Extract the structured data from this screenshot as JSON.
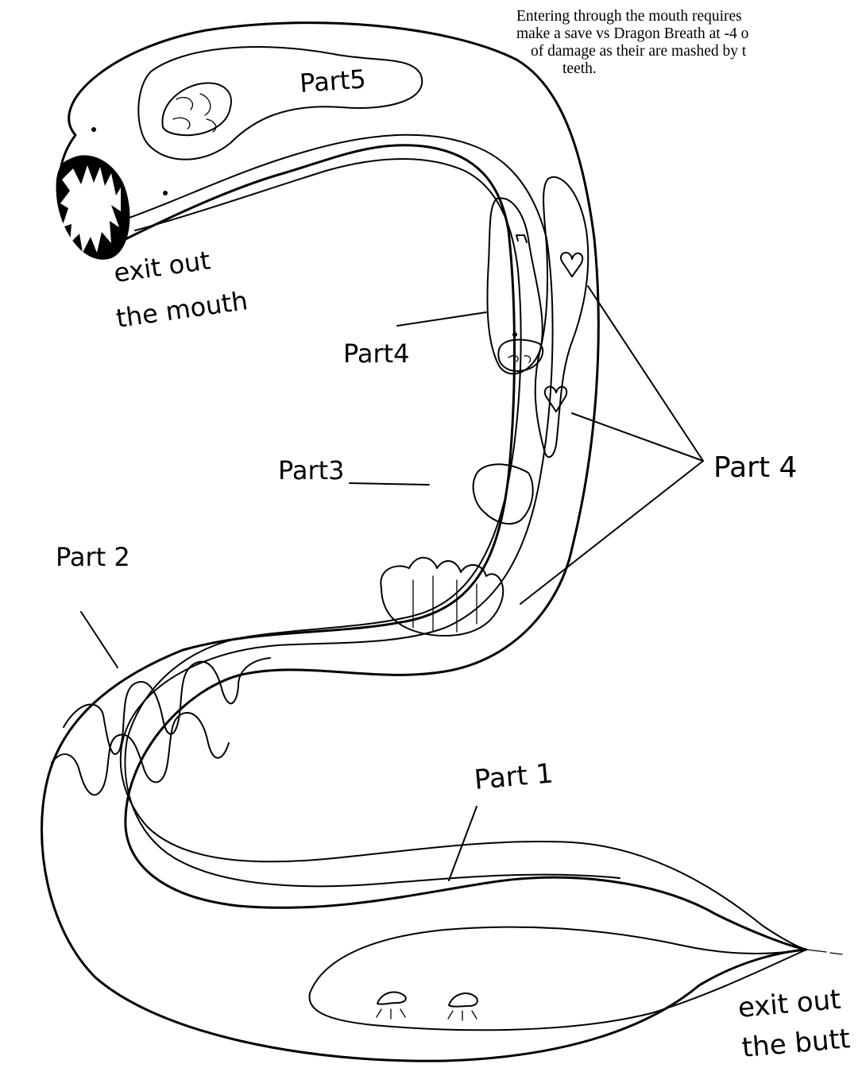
{
  "description_note": {
    "line1": "Entering through the mouth requires",
    "line2": "make a save vs Dragon Breath at -4 o",
    "line3": "of damage as their are mashed by t",
    "line4": "teeth."
  },
  "labels": {
    "exit_mouth_line1": "exit out",
    "exit_mouth_line2": "the mouth",
    "part5": "Part5",
    "part4_inner": "Part4",
    "part3": "Part3",
    "part2": "Part 2",
    "part1": "Part 1",
    "part4_outer": "Part 4",
    "exit_butt_line1": "exit out",
    "exit_butt_line2": "the butt"
  },
  "icons": [
    "mouth-teeth-icon",
    "brain-icon",
    "heart-icon",
    "stomach-icon",
    "intestine-icon",
    "eye-icon"
  ]
}
